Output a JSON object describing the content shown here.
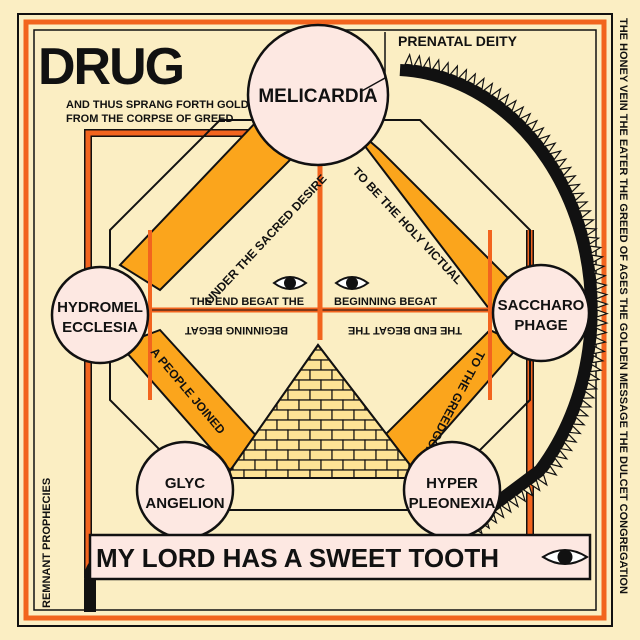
{
  "title": "DRUG",
  "subtitle": [
    "AND THUS SPRANG FORTH GOLD",
    "FROM THE CORPSE OF GREED"
  ],
  "top_label": "PRENATAL DEITY",
  "left_vertical": "REMNANT PROPHECIES",
  "right_vertical": "THE HONEY VEIN  THE EATER  THE GREED OF AGES  THE GOLDEN MESSAGE  THE DULCET CONGREGATION",
  "bottom_banner": "MY LORD HAS A SWEET TOOTH",
  "nodes": {
    "top": "MELICARDIA",
    "left": [
      "HYDROMEL",
      "ECCLESIA"
    ],
    "right": [
      "SACCHARO",
      "PHAGE"
    ],
    "bottom_left": [
      "GLYC",
      "ANGELION"
    ],
    "bottom_right": [
      "HYPER",
      "PLEONEXIA"
    ]
  },
  "bands": {
    "upper_left": "UNDER THE SACRED DESIRE",
    "upper_right": "TO BE THE HOLY VICTUAL",
    "lower_left": "A PEOPLE JOINED",
    "lower_right": "TO THE GREEDGOD"
  },
  "center_text": {
    "upper_left": "THE END BEGAT THE",
    "upper_right": "BEGINNING BEGAT",
    "lower_left": "BEGINNING BEGAT",
    "lower_right": "THE END BEGAT THE"
  },
  "colors": {
    "background": "#fbeec3",
    "orange": "#f2641e",
    "gold": "#fba51c",
    "brick": "#fde396",
    "node_fill": "#fde8e2",
    "ink": "#111111"
  },
  "icons": [
    "eye-icon",
    "eye-icon",
    "eye-icon"
  ]
}
